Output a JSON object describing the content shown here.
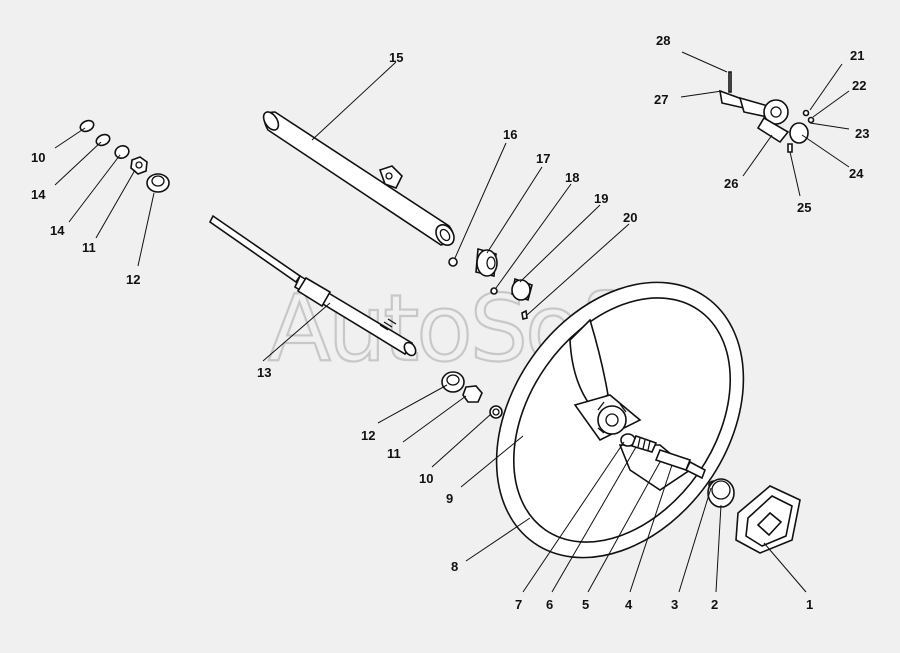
{
  "watermark": "AutoSoft",
  "callouts": [
    "1",
    "2",
    "3",
    "4",
    "5",
    "6",
    "7",
    "8",
    "9",
    "10",
    "11",
    "12",
    "13",
    "14",
    "15",
    "16",
    "17",
    "18",
    "19",
    "20",
    "21",
    "22",
    "23",
    "24",
    "25",
    "26",
    "27",
    "28"
  ],
  "left_group_labels": [
    "10",
    "14",
    "14",
    "11",
    "12"
  ],
  "center_labels": [
    "12",
    "11",
    "10",
    "9"
  ]
}
